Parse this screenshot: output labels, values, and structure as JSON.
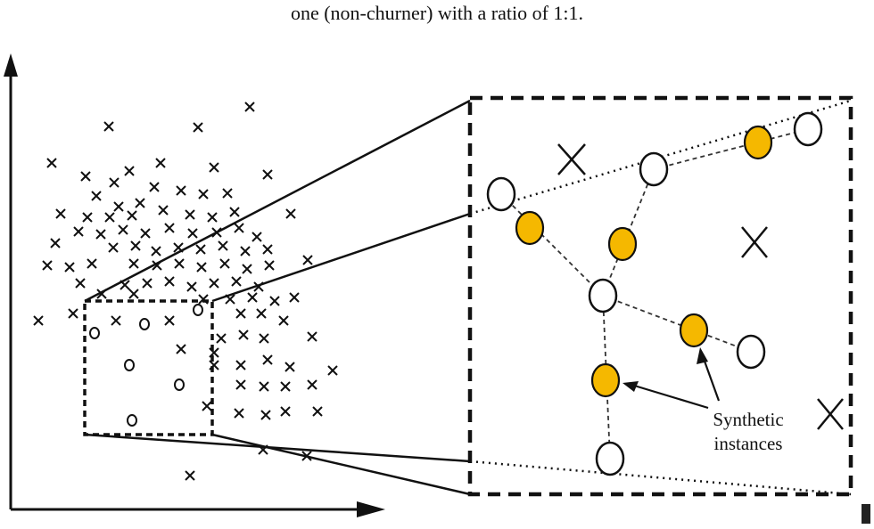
{
  "caption": "one (non-churner) with a ratio of 1:1.",
  "annotation": {
    "line1": "Synthetic",
    "line2": "instances"
  },
  "colors": {
    "ink": "#111111",
    "synthetic_fill": "#f5b800",
    "background": "#ffffff"
  },
  "symbols": {
    "majority_class": "×",
    "minority_class": "○",
    "synthetic": "filled circle"
  }
}
